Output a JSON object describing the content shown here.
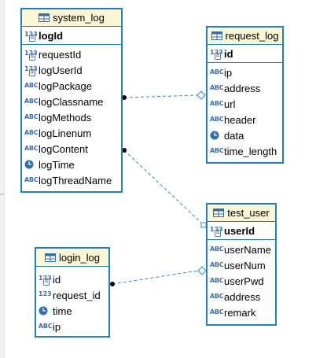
{
  "tables": {
    "system_log": {
      "name": "system_log",
      "pk": "logId",
      "columns": [
        {
          "name": "requestId",
          "type_icon": "numeric-fk-icon"
        },
        {
          "name": "logUserId",
          "type_icon": "numeric-fk-icon"
        },
        {
          "name": "logPackage",
          "type_icon": "text-abc-icon"
        },
        {
          "name": "logClassname",
          "type_icon": "text-abc-icon"
        },
        {
          "name": "logMethods",
          "type_icon": "text-abc-icon"
        },
        {
          "name": "logLinenum",
          "type_icon": "text-abc-icon"
        },
        {
          "name": "logContent",
          "type_icon": "text-abc-icon"
        },
        {
          "name": "logTime",
          "type_icon": "clock-icon"
        },
        {
          "name": "logThreadName",
          "type_icon": "text-abc-icon"
        }
      ]
    },
    "request_log": {
      "name": "request_log",
      "pk": "id",
      "columns": [
        {
          "name": "ip",
          "type_icon": "text-abc-icon"
        },
        {
          "name": "address",
          "type_icon": "text-abc-icon"
        },
        {
          "name": "url",
          "type_icon": "text-abc-icon"
        },
        {
          "name": "header",
          "type_icon": "text-abc-icon"
        },
        {
          "name": "data",
          "type_icon": "clock-icon"
        },
        {
          "name": "time_length",
          "type_icon": "text-abc-icon"
        }
      ]
    },
    "test_user": {
      "name": "test_user",
      "pk": "userId",
      "columns": [
        {
          "name": "userName",
          "type_icon": "text-abc-icon"
        },
        {
          "name": "userNum",
          "type_icon": "text-abc-icon"
        },
        {
          "name": "userPwd",
          "type_icon": "text-abc-icon"
        },
        {
          "name": "address",
          "type_icon": "text-abc-icon"
        },
        {
          "name": "remark",
          "type_icon": "text-abc-icon"
        }
      ]
    },
    "login_log": {
      "name": "login_log",
      "columns": [
        {
          "name": "id",
          "type_icon": "numeric-fk-icon"
        },
        {
          "name": "request_id",
          "type_icon": "numeric-icon"
        },
        {
          "name": "time",
          "type_icon": "clock-icon"
        },
        {
          "name": "ip",
          "type_icon": "text-abc-icon"
        }
      ]
    }
  },
  "relationships": [
    {
      "from": "system_log",
      "to": "request_log",
      "from_end": "filled-dot",
      "to_end": "hollow-diamond"
    },
    {
      "from": "system_log",
      "to": "test_user",
      "from_end": "filled-dot",
      "to_end": "hollow-square"
    },
    {
      "from": "login_log",
      "to": "test_user",
      "from_end": "filled-dot",
      "to_end": "hollow-diamond"
    }
  ],
  "colors": {
    "border": "#1e82c8",
    "header_bg": "#fbf6d3",
    "connector": "#2a8fd0",
    "icon": "#3a6fb0"
  }
}
